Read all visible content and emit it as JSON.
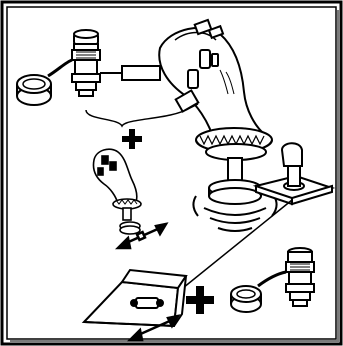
{
  "figure": {
    "colors": {
      "ink": "#000000",
      "paper": "#ffffff",
      "shadow": "#7a7a7a"
    },
    "components": [
      {
        "name": "connector-top-left",
        "icon": "hydraulic-quick-coupler-icon"
      },
      {
        "name": "joystick-large",
        "icon": "hydraulic-joystick-icon"
      },
      {
        "name": "joystick-small",
        "icon": "mini-joystick-icon"
      },
      {
        "name": "lever-pedestal",
        "icon": "control-lever-icon"
      },
      {
        "name": "valve-block",
        "icon": "valve-block-icon"
      },
      {
        "name": "connector-bottom-right",
        "icon": "hydraulic-quick-coupler-icon"
      }
    ],
    "symbols": [
      {
        "name": "plus-sign-upper",
        "icon": "plus-icon"
      },
      {
        "name": "plus-sign-lower",
        "icon": "plus-icon"
      }
    ]
  }
}
